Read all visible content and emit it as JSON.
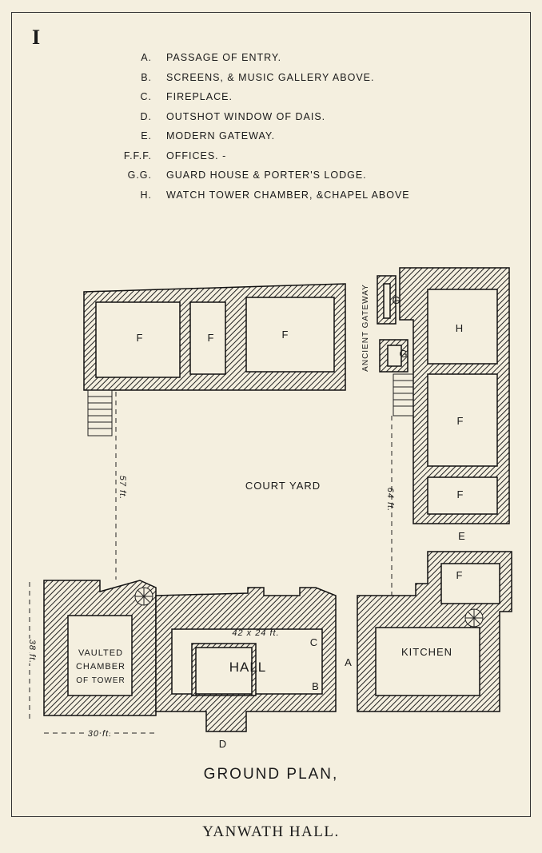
{
  "plate_number": "I",
  "legend": [
    {
      "key": "A.",
      "text": "PASSAGE OF ENTRY."
    },
    {
      "key": "B.",
      "text": "SCREENS, & MUSIC GALLERY ABOVE."
    },
    {
      "key": "C.",
      "text": "FIREPLACE."
    },
    {
      "key": "D.",
      "text": "OUTSHOT WINDOW OF DAIS."
    },
    {
      "key": "E.",
      "text": "MODERN GATEWAY."
    },
    {
      "key": "F.F.F.",
      "text": "OFFICES. -"
    },
    {
      "key": "G.G.",
      "text": "GUARD HOUSE & PORTER'S LODGE."
    },
    {
      "key": "H.",
      "text": "WATCH TOWER CHAMBER, &CHAPEL ABOVE"
    }
  ],
  "plan": {
    "labels": {
      "f1": "F",
      "f2": "F",
      "f3": "F",
      "f4": "F",
      "f5": "F",
      "f6": "F",
      "g1": "G",
      "g2": "G",
      "h": "H",
      "e": "E",
      "a": "A",
      "b": "B",
      "c": "C",
      "d": "D",
      "ancient_gateway": "ANCIENT GATEWAY",
      "court_yard": "COURT YARD",
      "vaulted1": "VAULTED",
      "vaulted2": "CHAMBER",
      "vaulted3": "OF TOWER",
      "hall": "HALL",
      "kitchen": "KITCHEN",
      "hall_size": "42 x 24 ft."
    },
    "dimensions": {
      "court_left": "57 ft.",
      "court_right": "64 ft.",
      "tower_height": "38 ft.",
      "tower_width": "30 ft."
    }
  },
  "ground_plan_label": "GROUND PLAN,",
  "title": "YANWATH HALL."
}
